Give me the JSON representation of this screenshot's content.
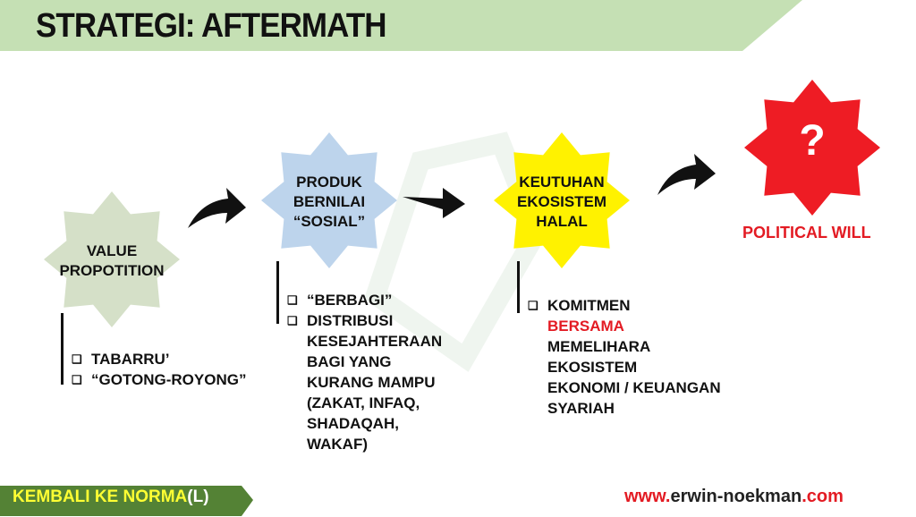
{
  "header": {
    "title": "STRATEGI: AFTERMATH"
  },
  "stages": [
    {
      "label": [
        "VALUE",
        "PROPOTITION"
      ],
      "color": "#d5e0c8"
    },
    {
      "label": [
        "PRODUK",
        "BERNILAI",
        "“SOSIAL”"
      ],
      "color": "#bdd4ec"
    },
    {
      "label": [
        "KEUTUHAN",
        "EKOSISTEM",
        "HALAL"
      ],
      "color": "#fff200"
    },
    {
      "label": [
        "?"
      ],
      "color": "#ee1c24"
    }
  ],
  "political_will": "POLITICAL WILL",
  "lists": {
    "value": [
      "TABARRU’",
      "“GOTONG-ROYONG”"
    ],
    "produk": [
      "“BERBAGI”",
      "DISTRIBUSI KESEJAHTERAAN BAGI YANG KURANG MAMPU (ZAKAT, INFAQ, SHADAQAH, WAKAF)"
    ],
    "produk_lines": [
      "DISTRIBUSI",
      "KESEJAHTERAAN",
      "BAGI YANG",
      "KURANG MAMPU",
      "(ZAKAT, INFAQ,",
      "SHADAQAH,",
      "WAKAF)"
    ],
    "keutuhan_lines": [
      "KOMITMEN",
      "BERSAMA",
      "MEMELIHARA",
      "EKOSISTEM",
      "EKONOMI / KEUANGAN",
      "SYARIAH"
    ]
  },
  "footer": {
    "label": "KEMBALI KE NORMA",
    "suffix": "(L)",
    "bg": "#548235"
  },
  "website": {
    "prefix": "www.",
    "name": "erwin-noekman",
    "suffix": ".com"
  }
}
